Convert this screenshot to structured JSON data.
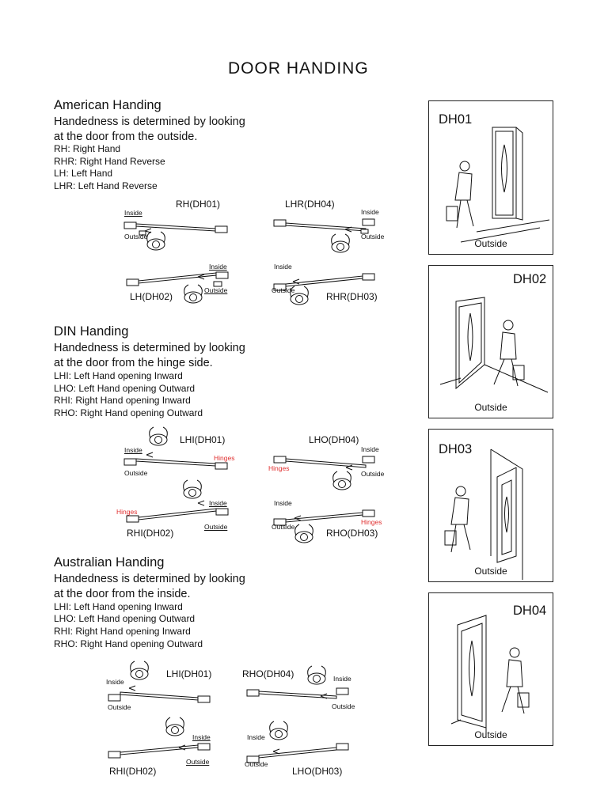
{
  "title": "DOOR HANDING",
  "american": {
    "heading": "American Handing",
    "desc_lines": [
      "Handedness is determined by looking",
      "at the door from the outside."
    ],
    "items": [
      "RH: Right Hand",
      "RHR: Right Hand Reverse",
      "LH: Left Hand",
      "LHR: Left Hand Reverse"
    ],
    "diagrams": {
      "a": {
        "label": "RH(DH01)",
        "inside": "Inside",
        "outside": "Outside"
      },
      "b": {
        "label": "LHR(DH04)",
        "inside": "Inside",
        "outside": "Outside"
      },
      "c": {
        "label": "LH(DH02)",
        "inside": "Inside",
        "outside": "Outside"
      },
      "d": {
        "label": "RHR(DH03)",
        "inside": "Inside",
        "outside": "Outside"
      }
    }
  },
  "din": {
    "heading": "DIN Handing",
    "desc_lines": [
      "Handedness is determined by looking",
      "at the door from the hinge side."
    ],
    "items": [
      "LHI: Left Hand opening  Inward",
      "LHO: Left Hand opening Outward",
      "RHI: Right Hand opening Inward",
      "RHO: Right Hand opening Outward"
    ],
    "diagrams": {
      "a": {
        "label": "LHI(DH01)",
        "inside": "Inside",
        "outside": "Outside",
        "hinges": "Hinges"
      },
      "b": {
        "label": "LHO(DH04)",
        "inside": "Inside",
        "outside": "Outside",
        "hinges": "Hinges"
      },
      "c": {
        "label": "RHI(DH02)",
        "inside": "Inside",
        "outside": "Outside",
        "hinges": "Hinges"
      },
      "d": {
        "label": "RHO(DH03)",
        "inside": "Inside",
        "outside": "Outside",
        "hinges": "Hinges"
      }
    }
  },
  "australian": {
    "heading": "Australian Handing",
    "desc_lines": [
      "Handedness is determined by looking",
      "at the door from the inside."
    ],
    "items": [
      "LHI: Left Hand opening Inward",
      "LHO: Left Hand opening Outward",
      "RHI: Right Hand opening Inward",
      "RHO: Right Hand opening Outward"
    ],
    "diagrams": {
      "a": {
        "label": "LHI(DH01)",
        "inside": "Inside",
        "outside": "Outside"
      },
      "b": {
        "label": "RHO(DH04)",
        "inside": "Inside",
        "outside": "Outside"
      },
      "c": {
        "label": "RHI(DH02)",
        "inside": "Inside",
        "outside": "Outside"
      },
      "d": {
        "label": "LHO(DH03)",
        "inside": "Inside",
        "outside": "Outside"
      }
    }
  },
  "panels": [
    {
      "code": "DH01",
      "caption": "Outside"
    },
    {
      "code": "DH02",
      "caption": "Outside"
    },
    {
      "code": "DH03",
      "caption": "Outside"
    },
    {
      "code": "DH04",
      "caption": "Outside"
    }
  ],
  "colors": {
    "hinges": "#e03030",
    "ink": "#111111"
  }
}
